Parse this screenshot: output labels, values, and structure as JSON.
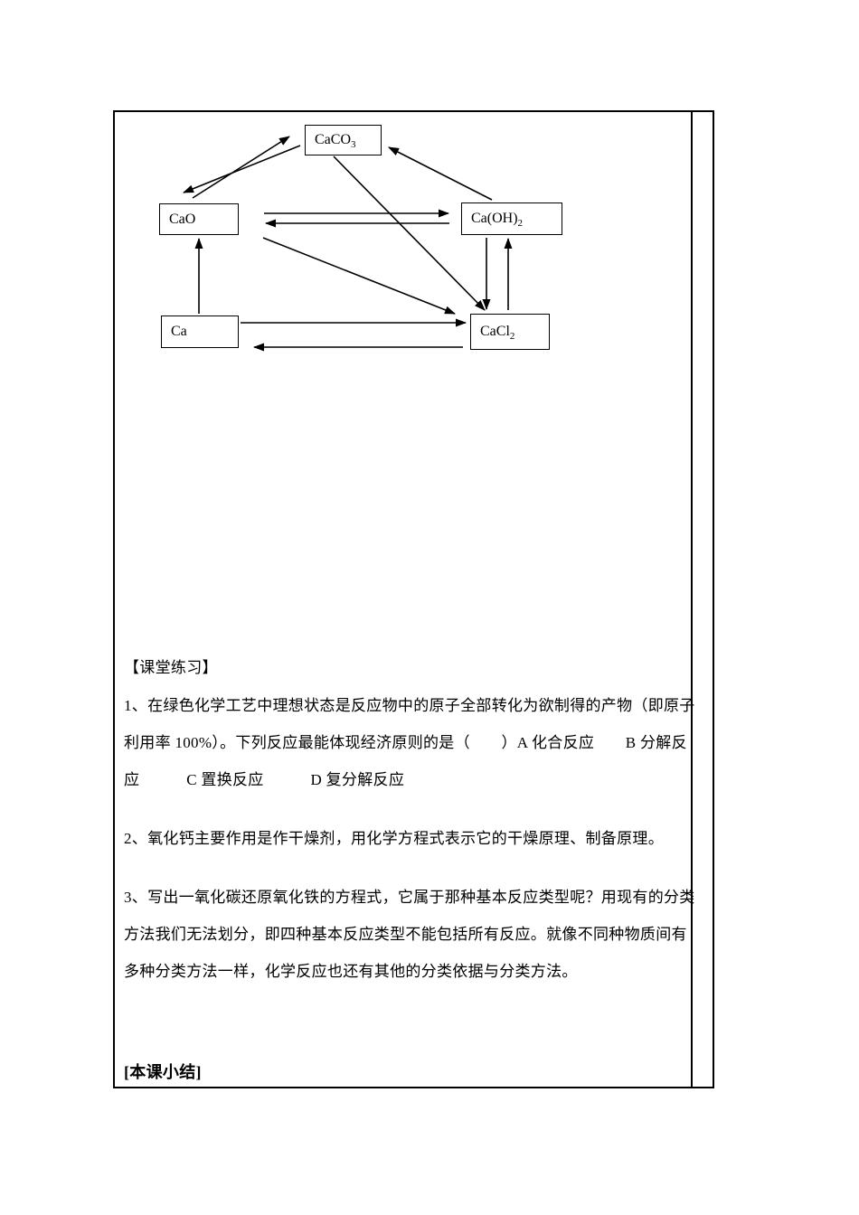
{
  "diagram": {
    "nodes": [
      {
        "id": "caco3",
        "base": "CaCO",
        "sub": "3"
      },
      {
        "id": "cao",
        "base": "CaO",
        "sub": ""
      },
      {
        "id": "caoh2",
        "base": "Ca(OH)",
        "sub": "2"
      },
      {
        "id": "ca",
        "base": "Ca",
        "sub": ""
      },
      {
        "id": "cacl2",
        "base": "CaCl",
        "sub": "2"
      }
    ],
    "edges": [
      "CaO → CaCO3",
      "CaCO3 → CaO",
      "Ca(OH)2 → CaCO3",
      "CaO → Ca(OH)2",
      "Ca(OH)2 → CaO",
      "CaCO3 → CaCl2",
      "CaO → CaCl2",
      "Ca(OH)2 → CaCl2",
      "CaCl2 → Ca(OH)2",
      "Ca → CaO",
      "Ca → CaCl2",
      "CaCl2 → Ca"
    ]
  },
  "content": {
    "practice_header": "【课堂练习】",
    "q1_line1": "1、在绿色化学工艺中理想状态是反应物中的原子全部转化为欲制得的产物（即原子",
    "q1_line2": "利用率 100%）。下列反应最能体现经济原则的是（　　）A 化合反应　　B 分解反",
    "q1_line3": "应　　　C 置换反应　　　D 复分解反应",
    "q2": "2、氧化钙主要作用是作干燥剂，用化学方程式表示它的干燥原理、制备原理。",
    "q3_line1": "3、写出一氧化碳还原氧化铁的方程式，它属于那种基本反应类型呢？用现有的分类",
    "q3_line2": "方法我们无法划分，即四种基本反应类型不能包括所有反应。就像不同种物质间有",
    "q3_line3": "多种分类方法一样，化学反应也还有其他的分类依据与分类方法。",
    "summary_header": "[本课小结]"
  }
}
